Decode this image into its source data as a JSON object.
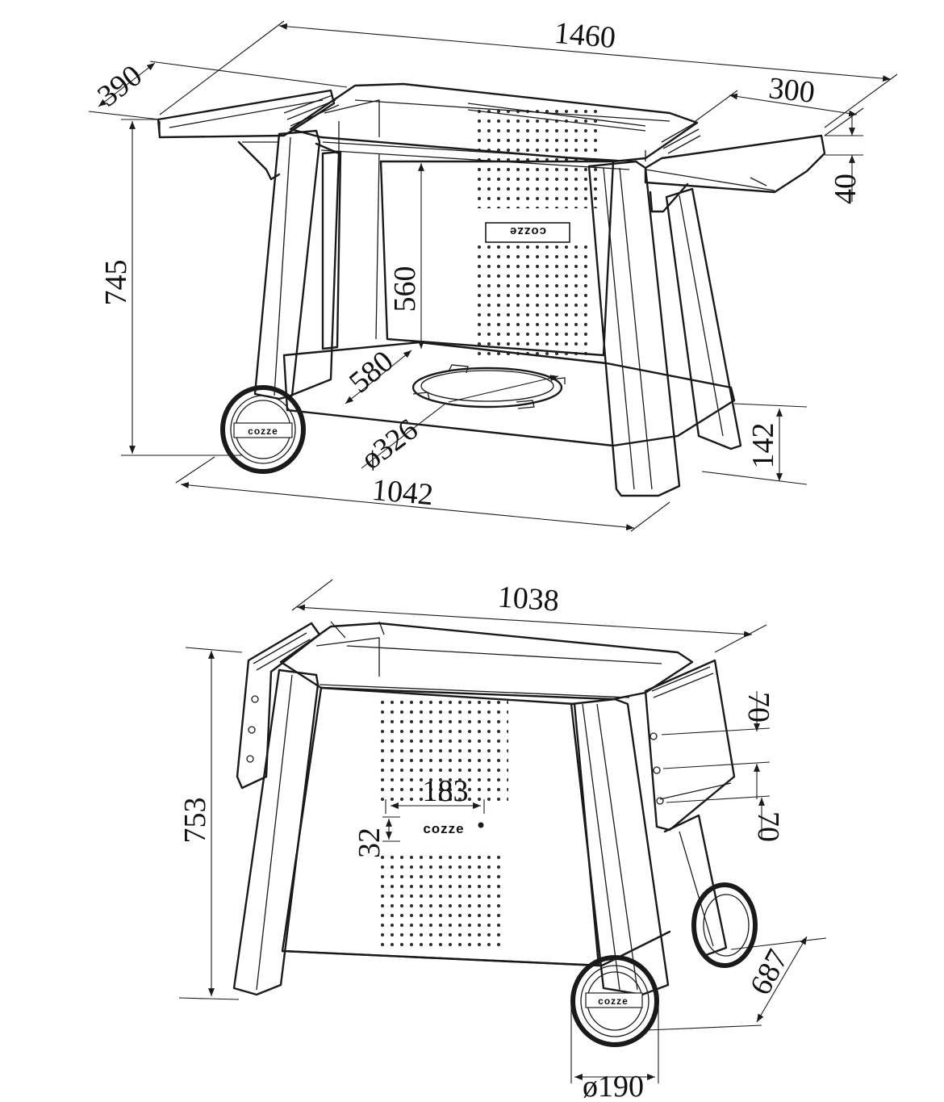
{
  "brand": {
    "logo_text": "cozze"
  },
  "top_view": {
    "dimensions": {
      "overall_width": "1460",
      "shelf_depth_left": "390",
      "shelf_width_right": "300",
      "shelf_thickness": "40",
      "overall_height": "745",
      "inner_height": "560",
      "inner_depth": "580",
      "opening_diameter": "ø326",
      "frame_length": "1042",
      "bottom_clearance": "142"
    }
  },
  "bottom_view": {
    "dimensions": {
      "overall_width": "1038",
      "overall_height": "753",
      "logo_width": "183",
      "logo_height": "32",
      "shelf_offset_top": "70",
      "shelf_offset_bottom": "70",
      "depth": "687",
      "wheel_diameter": "ø190"
    }
  }
}
